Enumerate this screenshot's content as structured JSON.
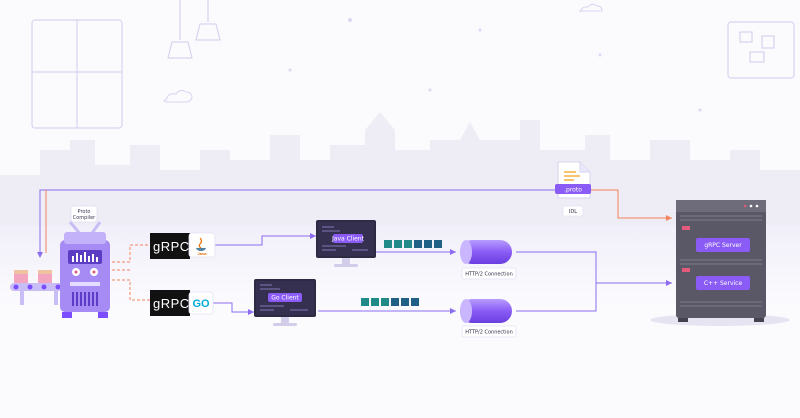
{
  "compiler": {
    "label_line1": "Proto",
    "label_line2": "Compiler"
  },
  "proto_file": {
    "label": ".proto",
    "caption": "IDL"
  },
  "java_branch": {
    "grpc_text": "gRPC",
    "lang_text": "Java",
    "client_label": "Java Client"
  },
  "go_branch": {
    "grpc_text": "gRPC",
    "lang_text": "GO",
    "client_label": "Go Client"
  },
  "connections": [
    {
      "label": "HTTP/2 Connection"
    },
    {
      "label": "HTTP/2 Connection"
    }
  ],
  "server": {
    "grpc_server_label": "gRPC Server",
    "service_label": "C++ Service"
  },
  "colors": {
    "accent": "#7c4dff",
    "orange_line": "#f4845f",
    "packet": "#1f8a88",
    "packet_dark": "#205f86",
    "tube": "#8f6bf0",
    "screen": "#2d2a44"
  }
}
